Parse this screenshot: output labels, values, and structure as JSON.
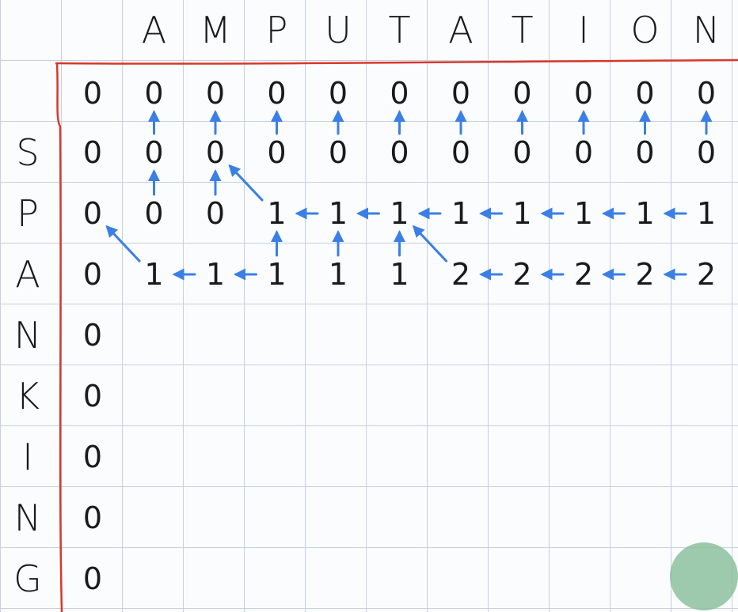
{
  "board": {
    "columns": [
      "A",
      "M",
      "P",
      "U",
      "T",
      "A",
      "T",
      "I",
      "O",
      "N"
    ],
    "rows": [
      "S",
      "P",
      "A",
      "N",
      "K",
      "I",
      "N",
      "G"
    ],
    "base_row": [
      "0",
      "0",
      "0",
      "0",
      "0",
      "0",
      "0",
      "0",
      "0",
      "0",
      "0"
    ],
    "table": [
      [
        "0",
        "0",
        "0",
        "0",
        "0",
        "0",
        "0",
        "0",
        "0",
        "0",
        "0"
      ],
      [
        "0",
        "0",
        "0",
        "1",
        "1",
        "1",
        "1",
        "1",
        "1",
        "1",
        "1"
      ],
      [
        "0",
        "1",
        "1",
        "1",
        "1",
        "1",
        "2",
        "2",
        "2",
        "2",
        "2"
      ],
      [
        "0"
      ],
      [
        "0"
      ],
      [
        "0"
      ],
      [
        "0"
      ],
      [
        "0"
      ]
    ],
    "arrows": [
      {
        "from": [
          0,
          1
        ],
        "to": [
          -1,
          1
        ]
      },
      {
        "from": [
          0,
          2
        ],
        "to": [
          -1,
          2
        ]
      },
      {
        "from": [
          0,
          3
        ],
        "to": [
          -1,
          3
        ]
      },
      {
        "from": [
          0,
          4
        ],
        "to": [
          -1,
          4
        ]
      },
      {
        "from": [
          0,
          5
        ],
        "to": [
          -1,
          5
        ]
      },
      {
        "from": [
          0,
          6
        ],
        "to": [
          -1,
          6
        ]
      },
      {
        "from": [
          0,
          7
        ],
        "to": [
          -1,
          7
        ]
      },
      {
        "from": [
          0,
          8
        ],
        "to": [
          -1,
          8
        ]
      },
      {
        "from": [
          0,
          9
        ],
        "to": [
          -1,
          9
        ]
      },
      {
        "from": [
          0,
          10
        ],
        "to": [
          -1,
          10
        ]
      },
      {
        "from": [
          1,
          1
        ],
        "to": [
          0,
          1
        ]
      },
      {
        "from": [
          1,
          2
        ],
        "to": [
          0,
          2
        ]
      },
      {
        "from": [
          1,
          3
        ],
        "to": [
          0,
          2
        ]
      },
      {
        "from": [
          1,
          4
        ],
        "to": [
          1,
          3
        ]
      },
      {
        "from": [
          1,
          5
        ],
        "to": [
          1,
          4
        ]
      },
      {
        "from": [
          1,
          6
        ],
        "to": [
          1,
          5
        ]
      },
      {
        "from": [
          1,
          7
        ],
        "to": [
          1,
          6
        ]
      },
      {
        "from": [
          1,
          8
        ],
        "to": [
          1,
          7
        ]
      },
      {
        "from": [
          1,
          9
        ],
        "to": [
          1,
          8
        ]
      },
      {
        "from": [
          1,
          10
        ],
        "to": [
          1,
          9
        ]
      },
      {
        "from": [
          2,
          1
        ],
        "to": [
          1,
          0
        ]
      },
      {
        "from": [
          2,
          2
        ],
        "to": [
          2,
          1
        ]
      },
      {
        "from": [
          2,
          3
        ],
        "to": [
          2,
          2
        ]
      },
      {
        "from": [
          2,
          3
        ],
        "to": [
          1,
          3
        ]
      },
      {
        "from": [
          2,
          4
        ],
        "to": [
          1,
          4
        ]
      },
      {
        "from": [
          2,
          5
        ],
        "to": [
          1,
          5
        ]
      },
      {
        "from": [
          2,
          6
        ],
        "to": [
          1,
          5
        ]
      },
      {
        "from": [
          2,
          7
        ],
        "to": [
          2,
          6
        ]
      },
      {
        "from": [
          2,
          8
        ],
        "to": [
          2,
          7
        ]
      },
      {
        "from": [
          2,
          9
        ],
        "to": [
          2,
          8
        ]
      },
      {
        "from": [
          2,
          10
        ],
        "to": [
          2,
          9
        ]
      }
    ]
  },
  "colors": {
    "ink": "#1a1a1a",
    "arrow": "#3b7fe6",
    "border": "#d9372b",
    "record_dot": "#8cbf9e"
  }
}
